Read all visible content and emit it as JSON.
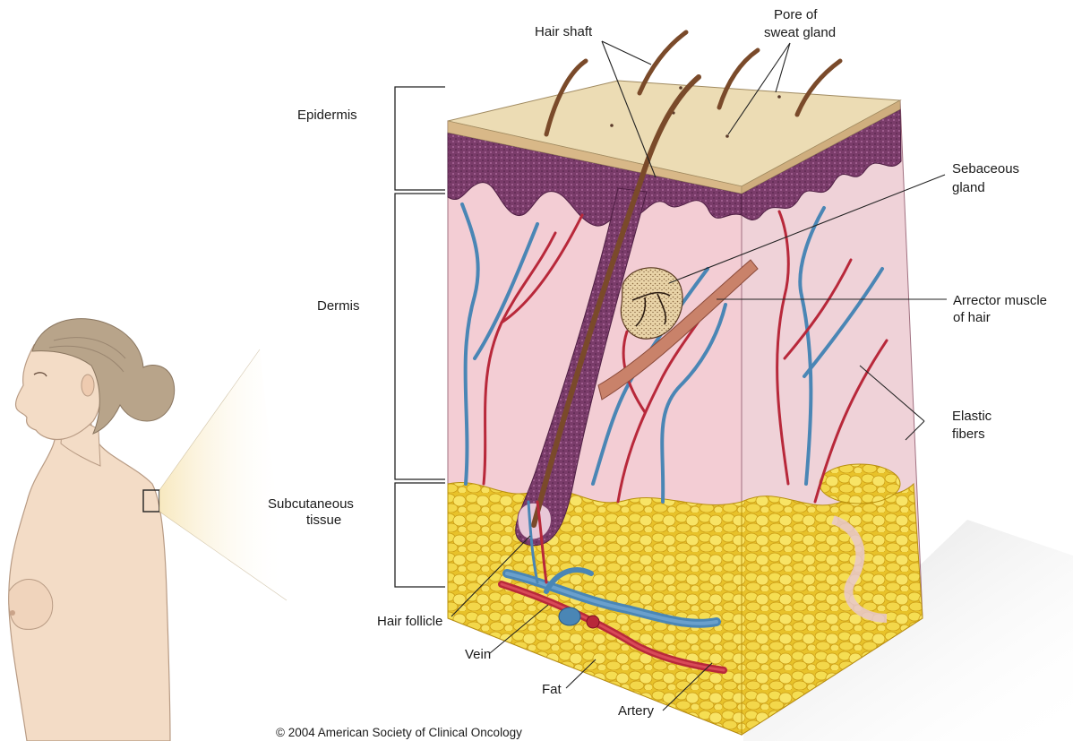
{
  "layers": {
    "epidermis": "Epidermis",
    "dermis": "Dermis",
    "subcutaneous_line1": "Subcutaneous",
    "subcutaneous_line2": "tissue"
  },
  "labels": {
    "hair_shaft": "Hair shaft",
    "pore_line1": "Pore of",
    "pore_line2": "sweat gland",
    "sebaceous_line1": "Sebaceous",
    "sebaceous_line2": "gland",
    "arrector_line1": "Arrector muscle",
    "arrector_line2": "of hair",
    "elastic_line1": "Elastic",
    "elastic_line2": "fibers",
    "hair_follicle": "Hair follicle",
    "vein": "Vein",
    "fat": "Fat",
    "artery": "Artery"
  },
  "copyright": "© 2004 American Society of Clinical Oncology",
  "colors": {
    "epidermis_top": "#ecdcb4",
    "epidermis_purple": "#7a3c6a",
    "dermis_pink": "#f3cdd4",
    "fat_yellow": "#f0d23a",
    "vein_blue": "#4a86b5",
    "artery_red": "#b8283a",
    "hair_brown": "#7a4a2a",
    "skin_tone": "#f3dcc6"
  }
}
